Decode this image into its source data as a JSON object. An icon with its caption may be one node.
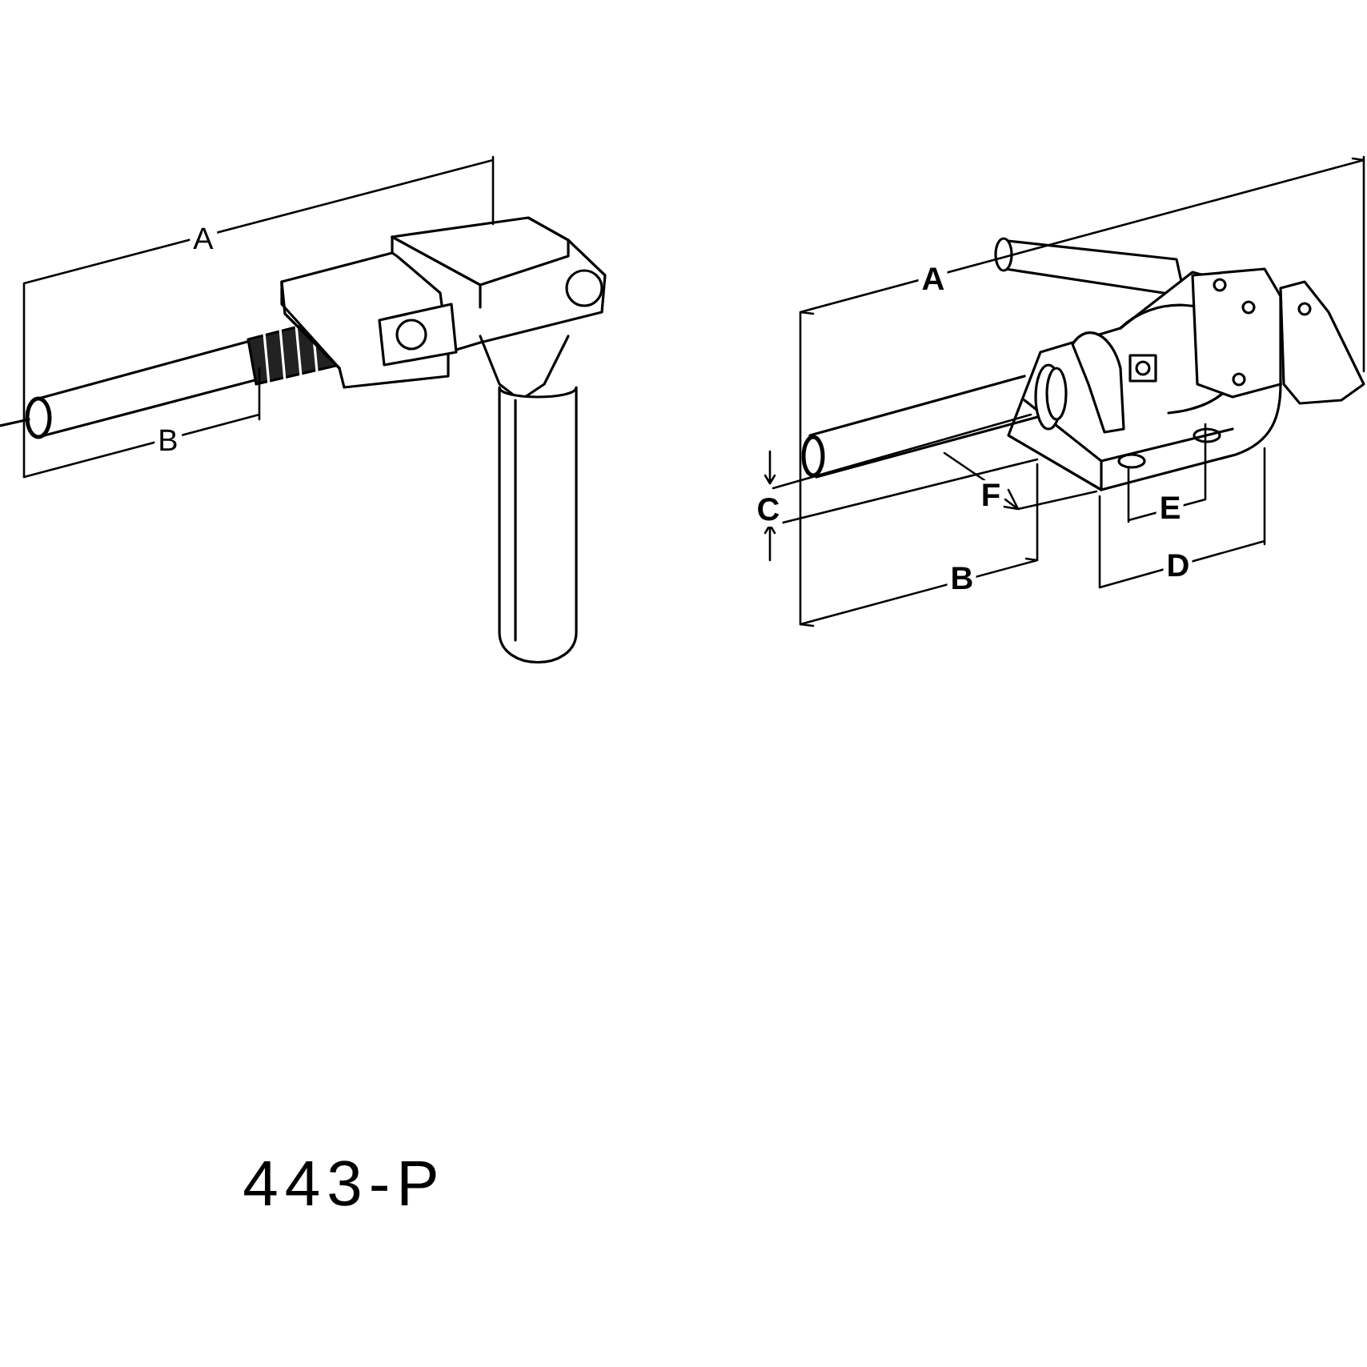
{
  "diagram": {
    "labels": [
      "A",
      "B",
      "A",
      "C",
      "F",
      "E",
      "B",
      "D",
      "443-P"
    ]
  }
}
